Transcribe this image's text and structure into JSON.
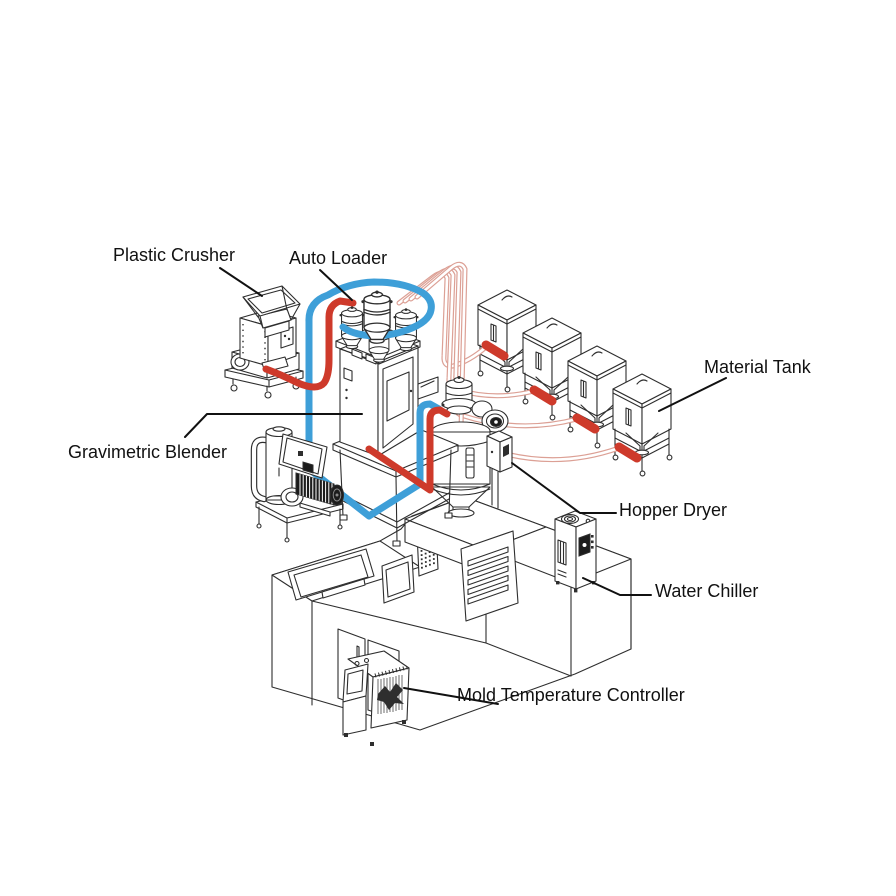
{
  "labels": {
    "plastic_crusher": "Plastic Crusher",
    "auto_loader": "Auto Loader",
    "material_tank": "Material Tank",
    "gravimetric_blender": "Gravimetric Blender",
    "hopper_dryer": "Hopper Dryer",
    "water_chiller": "Water Chiller",
    "mold_temperature_controller": "Mold Temperature Controller"
  },
  "colors": {
    "background": "#ffffff",
    "line_art": "#2e2e2e",
    "label_text": "#111111",
    "vacuum_line_blue": "#3E9FD8",
    "material_line_red": "#CE3A2B",
    "tank_line_salmon": "#DCA095",
    "motor_dark": "#1c1c1c"
  }
}
